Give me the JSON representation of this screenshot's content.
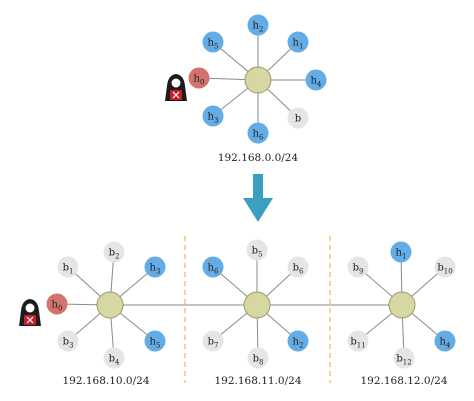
{
  "colors": {
    "host_blue": "#64ace6",
    "host_gray": "#e5e5e5",
    "attacker_red": "#d3736e",
    "switch_fill": "#d7d7a3",
    "switch_stroke": "#9a9a6a",
    "link": "#8a8a8a",
    "arrow": "#3b9fbf",
    "divider": "#f0b85a"
  },
  "top": {
    "subnet_label": "192.168.0.0/24",
    "hosts": [
      {
        "base": "h",
        "sub": "2",
        "kind": "blue"
      },
      {
        "base": "h",
        "sub": "1",
        "kind": "blue"
      },
      {
        "base": "h",
        "sub": "4",
        "kind": "blue"
      },
      {
        "base": "b",
        "sub": "",
        "kind": "gray"
      },
      {
        "base": "h",
        "sub": "6",
        "kind": "blue"
      },
      {
        "base": "h",
        "sub": "3",
        "kind": "blue"
      },
      {
        "base": "h",
        "sub": "0",
        "kind": "red"
      },
      {
        "base": "h",
        "sub": "5",
        "kind": "blue"
      }
    ]
  },
  "bottom": {
    "subnets": [
      {
        "label": "192.168.10.0/24",
        "hosts": [
          {
            "base": "b",
            "sub": "2",
            "kind": "gray"
          },
          {
            "base": "h",
            "sub": "3",
            "kind": "blue"
          },
          {
            "base": "h",
            "sub": "5",
            "kind": "blue"
          },
          {
            "base": "b",
            "sub": "4",
            "kind": "gray"
          },
          {
            "base": "b",
            "sub": "3",
            "kind": "gray"
          },
          {
            "base": "h",
            "sub": "0",
            "kind": "red"
          },
          {
            "base": "b",
            "sub": "1",
            "kind": "gray"
          }
        ]
      },
      {
        "label": "192.168.11.0/24",
        "hosts": [
          {
            "base": "b",
            "sub": "5",
            "kind": "gray"
          },
          {
            "base": "b",
            "sub": "6",
            "kind": "gray"
          },
          {
            "base": "h",
            "sub": "2",
            "kind": "blue"
          },
          {
            "base": "b",
            "sub": "8",
            "kind": "gray"
          },
          {
            "base": "b",
            "sub": "7",
            "kind": "gray"
          },
          {
            "base": "h",
            "sub": "6",
            "kind": "blue"
          }
        ]
      },
      {
        "label": "192.168.12.0/24",
        "hosts": [
          {
            "base": "h",
            "sub": "1",
            "kind": "blue"
          },
          {
            "base": "b",
            "sub": "10",
            "kind": "gray"
          },
          {
            "base": "h",
            "sub": "4",
            "kind": "blue"
          },
          {
            "base": "b",
            "sub": "12",
            "kind": "gray"
          },
          {
            "base": "b",
            "sub": "11",
            "kind": "gray"
          },
          {
            "base": "b",
            "sub": "9",
            "kind": "gray"
          }
        ]
      }
    ]
  }
}
